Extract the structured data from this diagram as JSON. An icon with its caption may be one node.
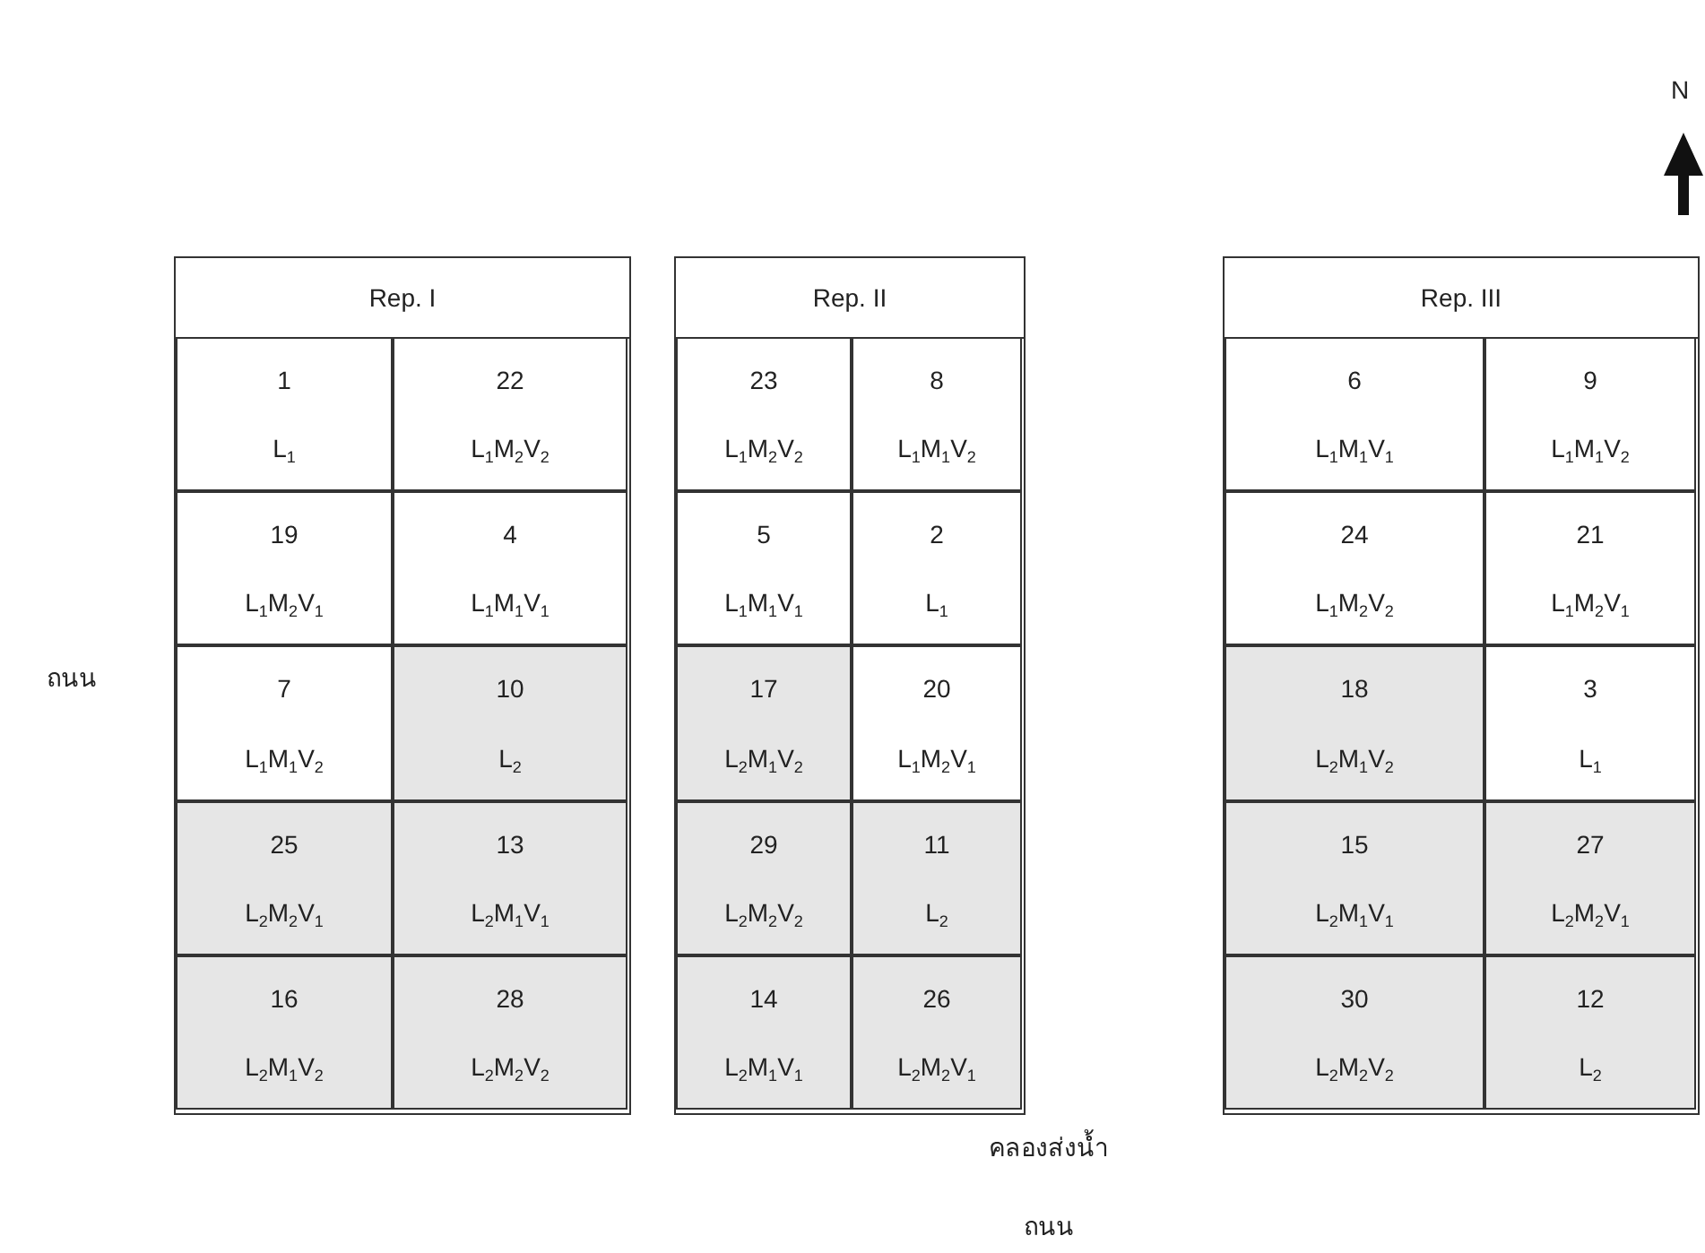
{
  "diagram": {
    "nodes": [
      {
        "text": [
          "Rep. I"
        ]
      },
      {
        "text": [
          "1",
          "L$_{1}$"
        ],
        "in": 0
      },
      {
        "text": [
          "22",
          "L$_{1}$M$_{2}$V$_{2}$"
        ],
        "in": 0
      },
      {
        "text": [
          "19",
          "L$_{1}$M$_{2}$V$_{1}$"
        ],
        "in": 0
      },
      {
        "text": [
          "4",
          "L$_{1}$M$_{1}$V$_{1}$"
        ],
        "in": 0
      },
      {
        "text": [
          "7",
          "L$_{1}$M$_{1}$V$_{2}$"
        ],
        "in": 0
      },
      {
        "text": [
          "10",
          "L$_{2}$"
        ],
        "in": 0
      },
      {
        "text": [
          "25",
          "L$_{2}$M$_{2}$V$_{1}$"
        ],
        "in": 0
      },
      {
        "text": [
          "13",
          "L$_{2}$M$_{1}$V$_{1}$"
        ],
        "in": 0
      },
      {
        "text": [
          "16",
          "L$_{2}$M$_{1}$V$_{2}$"
        ],
        "in": 0
      },
      {
        "text": [
          "28",
          "L$_{2}$M$_{2}$V$_{2}$"
        ],
        "in": 0
      },
      {
        "text": [
          "Rep. II"
        ]
      },
      {
        "text": [
          "23",
          "L$_{1}$M$_{2}$V$_{2}$"
        ],
        "in": 11
      },
      {
        "text": [
          "8",
          "L$_{1}$M$_{1}$V$_{2}$"
        ],
        "in": 11
      },
      {
        "text": [
          "5",
          "L$_{1}$M$_{1}$V$_{1}$"
        ],
        "in": 11
      },
      {
        "text": [
          "2",
          "L$_{1}$"
        ],
        "in": 11
      },
      {
        "text": [
          "17",
          "L$_{2}$M$_{1}$V$_{2}$"
        ],
        "in": 11
      },
      {
        "text": [
          "20",
          "L$_{1}$M$_{2}$V$_{1}$"
        ],
        "in": 11
      },
      {
        "text": [
          "29",
          "L$_{2}$M$_{2}$V$_{2}$"
        ],
        "in": 11
      },
      {
        "text": [
          "11",
          "L$_{2}$"
        ],
        "in": 11
      },
      {
        "text": [
          "14",
          "L$_{2}$M$_{1}$V$_{1}$"
        ],
        "in": 11
      },
      {
        "text": [
          "26",
          "L$_{2}$M$_{2}$V$_{1}$"
        ],
        "in": 11
      },
      {
        "text": [
          "Rep. III"
        ]
      },
      {
        "text": [
          "6",
          "L$_{1}$M$_{1}$V$_{1}$"
        ],
        "in": 22
      },
      {
        "text": [
          "9",
          "L$_{1}$M$_{1}$V$_{2}$"
        ],
        "in": 22
      },
      {
        "text": [
          "24",
          "L$_{1}$M$_{2}$V$_{2}$"
        ],
        "in": 22
      },
      {
        "text": [
          "21",
          "L$_{1}$M$_{2}$V$_{1}$"
        ],
        "in": 22
      },
      {
        "text": [
          "18",
          "L$_{2}$M$_{1}$V$_{2}$"
        ],
        "in": 22
      },
      {
        "text": [
          "3",
          "L$_{1}$"
        ],
        "in": 22
      },
      {
        "text": [
          "15",
          "L$_{2}$M$_{1}$V$_{1}$"
        ],
        "in": 22
      },
      {
        "text": [
          "27",
          "L$_{2}$M$_{2}$V$_{1}$"
        ],
        "in": 22
      },
      {
        "text": [
          "30",
          "L$_{2}$M$_{2}$V$_{2}$"
        ],
        "in": 22
      },
      {
        "text": [
          "12",
          "L$_{2}$"
        ],
        "in": 22
      }
    ],
    "labels": [
      "N",
      "ถนน",
      "คลองส่งน้ำ",
      "ถนน"
    ]
  }
}
